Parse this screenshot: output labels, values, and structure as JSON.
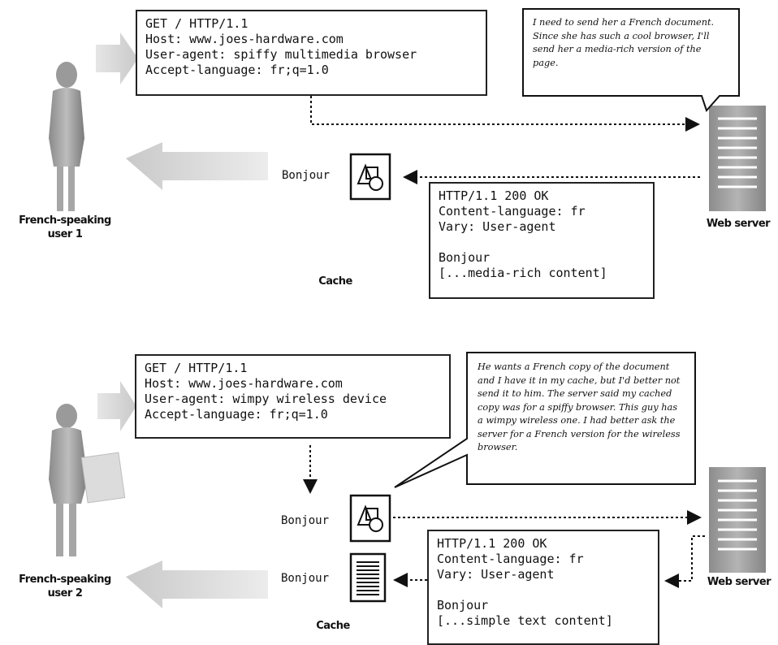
{
  "top": {
    "request_lines": [
      "GET / HTTP/1.1",
      "Host: www.joes-hardware.com",
      "User-agent: spiffy multimedia browser",
      "Accept-language: fr;q=1.0"
    ],
    "server_thought": "I need to send her a French document. Since she has such a cool browser, I'll send her a media-rich version of the page.",
    "response_lines": [
      "HTTP/1.1 200 OK",
      "Content-language: fr",
      "Vary: User-agent",
      "",
      "Bonjour",
      "[...media-rich content]"
    ],
    "bonjour_label": "Bonjour",
    "cache_label": "Cache",
    "user_label": [
      "French-speaking",
      "user 1"
    ],
    "server_label": "Web server"
  },
  "bottom": {
    "request_lines": [
      "GET / HTTP/1.1",
      "Host: www.joes-hardware.com",
      "User-agent: wimpy wireless device",
      "Accept-language: fr;q=1.0"
    ],
    "cache_thought": "He wants a French copy of the document and I have it in my cache, but I'd better not send it to him. The server said my cached copy was for a spiffy browser. This guy has a wimpy wireless one. I had better ask the server for a French version for the wireless browser.",
    "response_lines": [
      "HTTP/1.1 200 OK",
      "Content-language: fr",
      "Vary: User-agent",
      "",
      "Bonjour",
      "[...simple text content]"
    ],
    "bonjour_label_1": "Bonjour",
    "bonjour_label_2": "Bonjour",
    "cache_label": "Cache",
    "user_label": [
      "French-speaking",
      "user 2"
    ],
    "server_label": "Web server"
  }
}
